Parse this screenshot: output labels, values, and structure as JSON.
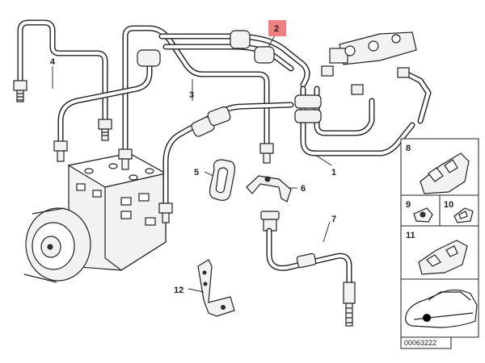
{
  "diagram": {
    "callouts": {
      "c1": "1",
      "c2": "2",
      "c3": "3",
      "c4": "4",
      "c5": "5",
      "c6": "6",
      "c7": "7",
      "c8": "8",
      "c9": "9",
      "c10": "10",
      "c11": "11",
      "c12": "12"
    },
    "highlight_color": "#f08080",
    "catalog_number": "00063222"
  }
}
